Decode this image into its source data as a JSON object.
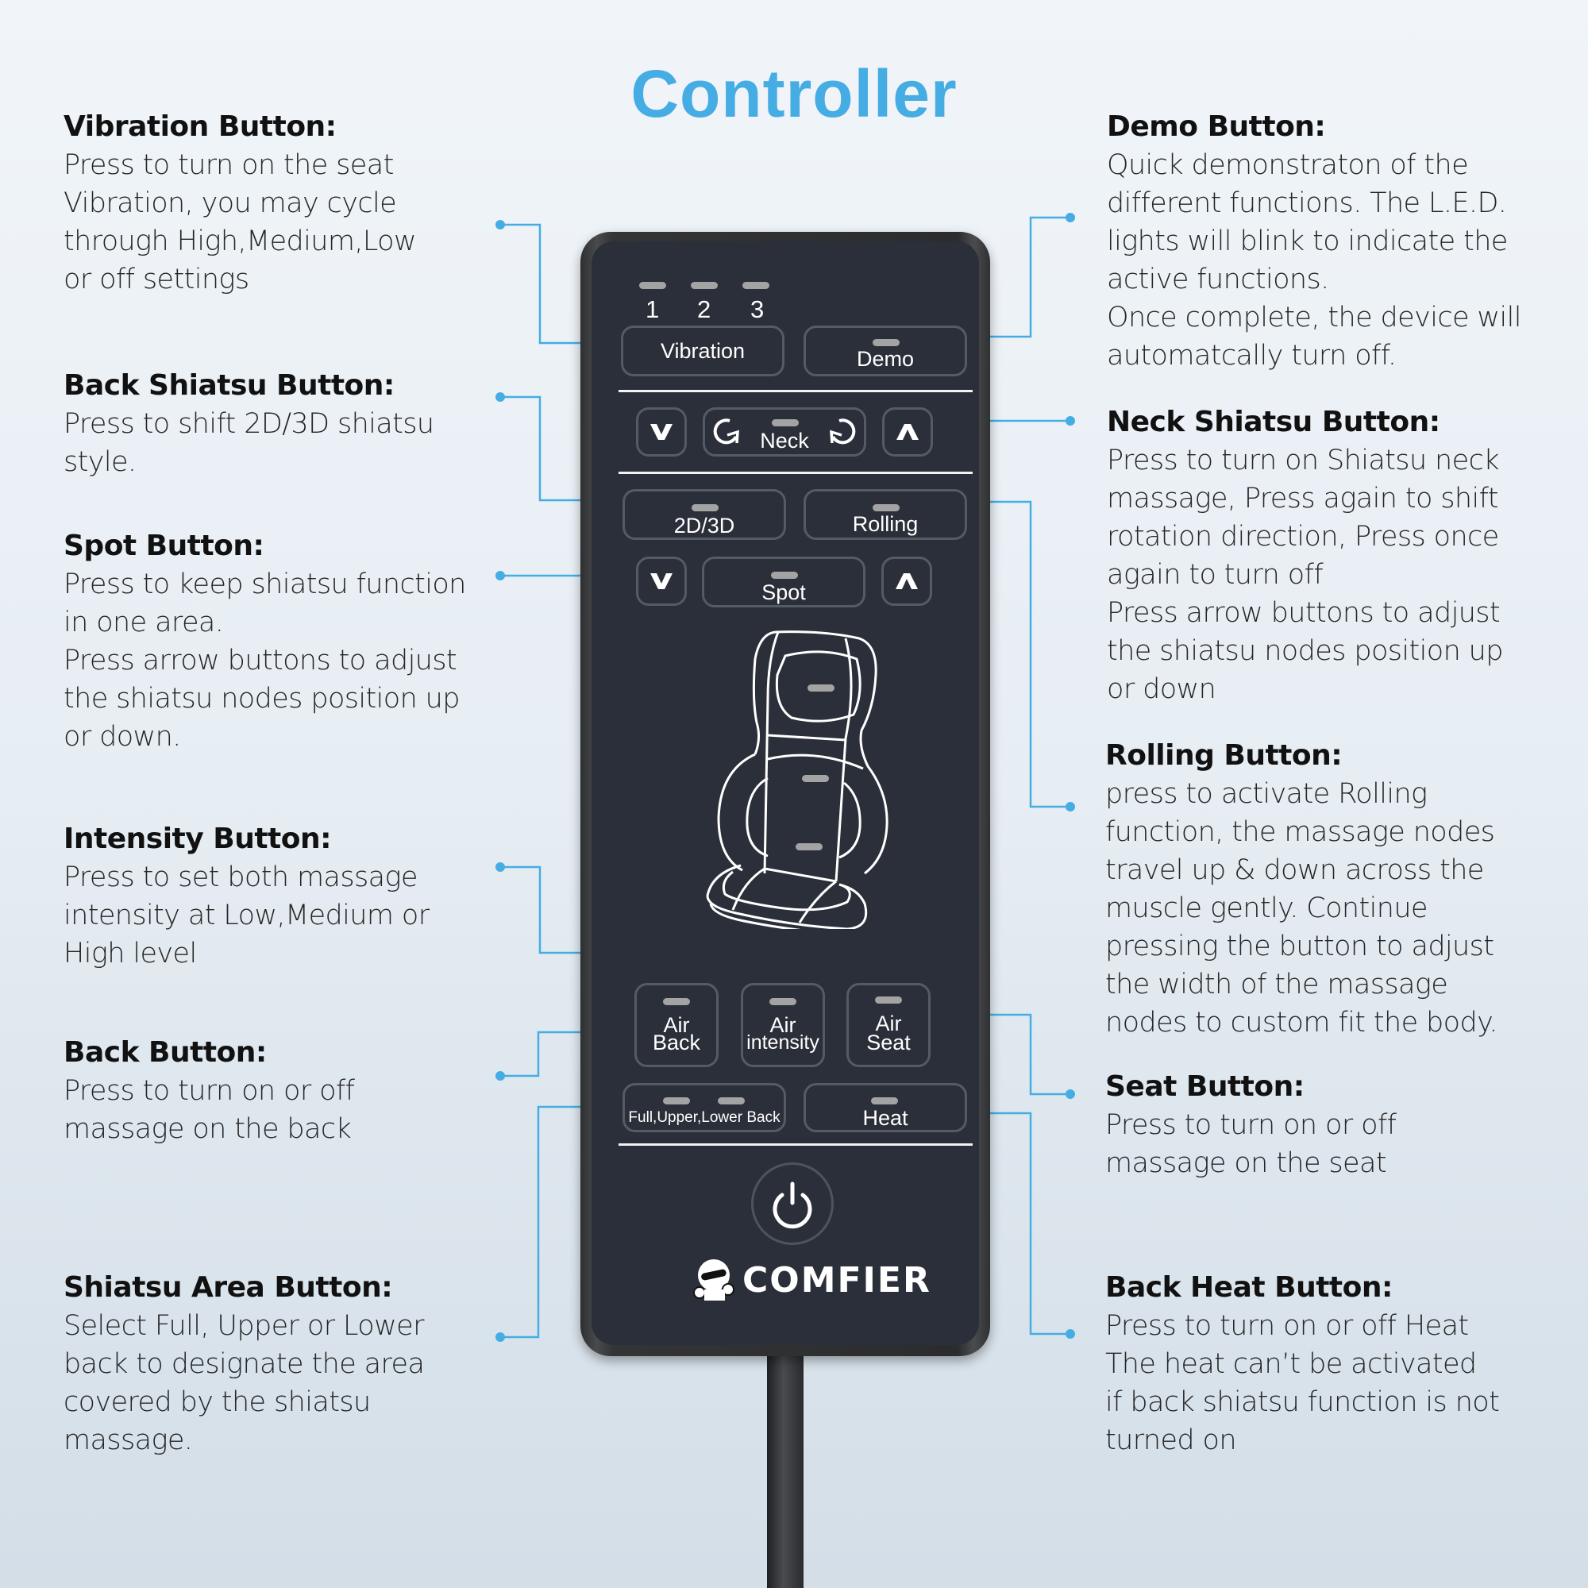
{
  "title": "Controller",
  "accent_color": "#45ade3",
  "callouts": {
    "left": [
      {
        "heading": "Vibration Button:",
        "body": "Press to turn on the seat\nVibration, you may cycle\nthrough High,Medium,Low\nor off settings"
      },
      {
        "heading": "Back Shiatsu Button:",
        "body": "Press to shift 2D/3D shiatsu\nstyle."
      },
      {
        "heading": "Spot Button:",
        "body": "Press to keep shiatsu function\nin one area.\nPress arrow buttons to adjust\nthe shiatsu nodes position up\nor down."
      },
      {
        "heading": "Intensity Button:",
        "body": "Press to set both massage\nintensity at Low,Medium or\nHigh level"
      },
      {
        "heading": "Back Button:",
        "body": "Press to turn on or off\nmassage on the back"
      },
      {
        "heading": "Shiatsu Area Button:",
        "body": "Select Full, Upper or Lower\nback to designate the area\ncovered by the shiatsu\nmassage."
      }
    ],
    "right": [
      {
        "heading": "Demo Button:",
        "body": "Quick demonstraton of the\ndifferent functions. The L.E.D.\nlights will blink to indicate the\nactive functions.\nOnce complete, the device will\nautomatcally turn off."
      },
      {
        "heading": "Neck Shiatsu Button:",
        "body": "Press to turn on Shiatsu neck\nmassage, Press again to shift\nrotation direction, Press once\nagain to turn off\nPress arrow buttons to adjust\nthe shiatsu nodes position up\nor down"
      },
      {
        "heading": "Rolling Button:",
        "body": "press to activate Rolling\nfunction, the massage nodes\ntravel up & down across the\nmuscle gently. Continue\npressing the button to adjust\nthe width of the massage\nnodes to custom fit the body."
      },
      {
        "heading": "Seat Button:",
        "body": "Press to turn on or off\nmassage on the seat"
      },
      {
        "heading": "Back Heat Button:",
        "body": "Press to turn on or off Heat\nThe heat can’t be activated\nif back shiatsu function is not\nturned on"
      }
    ]
  },
  "remote": {
    "vibration_levels": [
      "1",
      "2",
      "3"
    ],
    "buttons": {
      "vibration": "Vibration",
      "demo": "Demo",
      "neck": "Neck",
      "neck_down_icon": "chevron-down",
      "neck_up_icon": "chevron-up",
      "style": "2D/3D",
      "rolling": "Rolling",
      "spot": "Spot",
      "air_back_1": "Air",
      "air_back_2": "Back",
      "air_intensity_1": "Air",
      "air_intensity_2": "intensity",
      "air_seat_1": "Air",
      "air_seat_2": "Seat",
      "area": "Full,Upper,Lower Back",
      "heat": "Heat",
      "power_icon": "power"
    },
    "brand": "COMFIER",
    "seat_icon": "massage-seat-cushion"
  }
}
